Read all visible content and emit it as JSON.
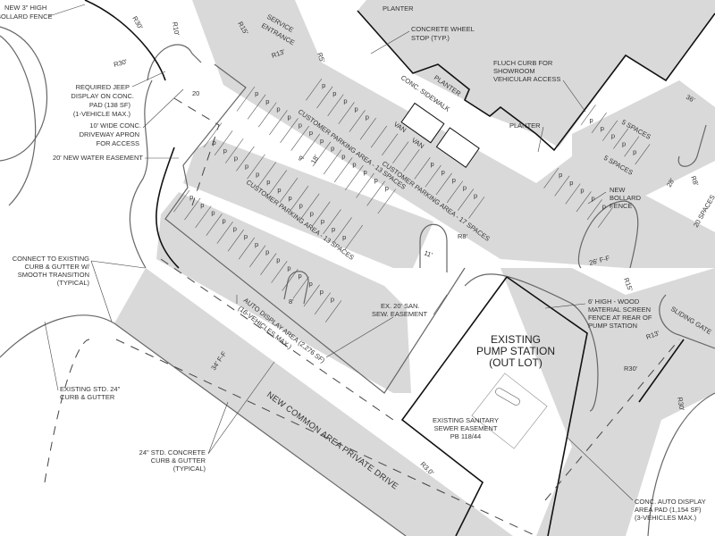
{
  "drawing": {
    "colors": {
      "paved": "#d9d9d9",
      "line": "#333333",
      "background": "#ffffff"
    },
    "labels": {
      "bollard_fence_top": [
        "NEW 3\" HIGH",
        "BOLLARD FENCE"
      ],
      "planter_top": "PLANTER",
      "wheel_stop": [
        "CONCRETE WHEEL",
        "STOP (TYP.)"
      ],
      "flush_curb": [
        "FLUCH CURB FOR",
        "SHOWROOM",
        "VEHICULAR ACCESS"
      ],
      "service_entrance": [
        "SERVICE",
        "ENTRANCE"
      ],
      "conc_sidewalk": "CONC. SIDEWALK",
      "planter_mid": "PLANTER",
      "planter_right": "PLANTER",
      "van1": "VAN",
      "van2": "VAN",
      "jeep_display": [
        "REQUIRED JEEP",
        "DISPLAY ON CONC.",
        "PAD (138 SF)",
        "(1-VEHICLE MAX.)"
      ],
      "driveway_apron": [
        "10' WIDE CONC.",
        "DRIVEWAY APRON",
        "FOR ACCESS"
      ],
      "water_easement": "20' NEW WATER EASEMENT",
      "parking_13_upper": "CUSTOMER PARKING AREA - 13 SPACES",
      "parking_13_lower": "CUSTOMER PARKING AREA - 13 SPACES",
      "parking_17": "CUSTOMER PARKING AREA - 17 SPACES",
      "five_spaces_1": "5 SPACES",
      "five_spaces_2": "5 SPACES",
      "twenty_spaces": "20 SPACES",
      "new_bollard_fence": [
        "NEW",
        "BOLLARD",
        "FENCE"
      ],
      "connect_existing": [
        "CONNECT TO EXISTING",
        "CURB & GUTTER W/",
        "SMOOTH TRANSITION",
        "(TYPICAL)"
      ],
      "auto_display": [
        "AUTO DISPLAY AREA (2,276 SF)",
        "(16-VEHICLES MAX.)"
      ],
      "san_easement": [
        "EX. 20' SAN.",
        "SEW. EASEMENT"
      ],
      "screen_fence": [
        "6' HIGH - WOOD",
        "MATERIAL SCREEN",
        "FENCE AT REAR OF",
        "PUMP STATION"
      ],
      "sliding_gate": "SLIDING GATE",
      "pump_station": [
        "EXISTING",
        "PUMP STATION",
        "(OUT LOT)"
      ],
      "sanitary_easement": [
        "EXISTING SANITARY",
        "SEWER EASEMENT",
        "PB 118/44"
      ],
      "existing_curb": [
        "EXISTING STD. 24\"",
        "CURB & GUTTER"
      ],
      "private_drive": "NEW COMMON AREA PRIVATE DRIVE",
      "std_curb": [
        "24\" STD. CONCRETE",
        "CURB & GUTTER",
        "(TYPICAL)"
      ],
      "conc_display_pad": [
        "CONC. AUTO DISPLAY",
        "AREA PAD (1,154 SF)",
        "(3-VEHICLES MAX.)"
      ]
    },
    "dimensions": {
      "r30_top": "R30'",
      "r10": "R10'",
      "r15_top": "R15'",
      "r13_top": "R13'",
      "r5": "R5'",
      "r30_left": "R30'",
      "d20": "20",
      "d9": "9'",
      "d18": "18'",
      "d36": "36'",
      "d28": "28'",
      "r8_right": "R8'",
      "r8_mid": "R8'",
      "d11": "11'",
      "d26ff": "26' F-F",
      "d34ff": "34' F-F",
      "r15_mid": "R15'",
      "r13_mid": "R13'",
      "r30_pump": "R30'",
      "r30_right": "R30'",
      "r3": "R3.0'",
      "d8": "8'"
    },
    "parking_marker": "P"
  }
}
